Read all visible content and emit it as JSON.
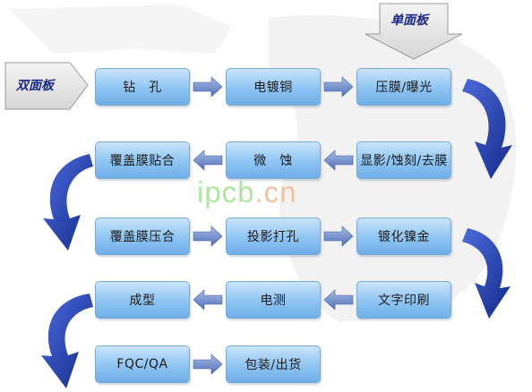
{
  "labels": {
    "double_sided": "双面板",
    "single_sided": "单面板"
  },
  "watermark": {
    "main": "ipcb",
    "tld": ".cn"
  },
  "steps": [
    "钻　孔",
    "电镀铜",
    "压膜/曝光",
    "覆盖膜贴合",
    "微　蚀",
    "显影/蚀刻/去膜",
    "覆盖膜压合",
    "投影打孔",
    "镀化镍金",
    "成型",
    "电测",
    "文字印刷",
    "FQC/QA",
    "包装/出货"
  ],
  "colors": {
    "box_top": "#c9e4fa",
    "box_bottom": "#6faee8",
    "arrow_blue": "#1f3fb0",
    "arrow_small": "#5a77c0",
    "label_text": "#1b2a8a"
  }
}
